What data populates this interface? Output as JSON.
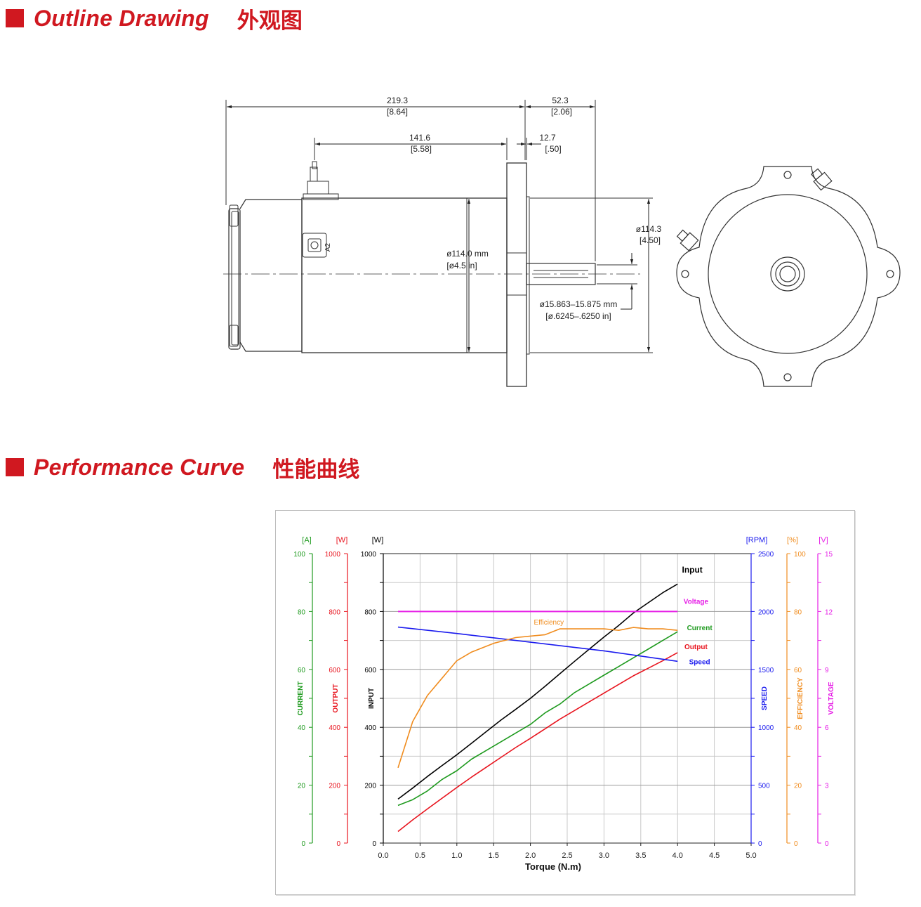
{
  "sections": {
    "outline": {
      "en": "Outline Drawing",
      "zh": "外观图"
    },
    "performance": {
      "en": "Performance Curve",
      "zh": "性能曲线"
    }
  },
  "colors": {
    "accent": "#d01820",
    "current": "#1e9a1e",
    "output": "#e8141e",
    "input": "#000000",
    "speed": "#1a1aee",
    "efficiency": "#f08c1e",
    "voltage": "#e61ee6"
  },
  "drawing": {
    "dims": {
      "overall_mm": "219.3",
      "overall_in": "[8.64]",
      "body_mm": "141.6",
      "body_in": "[5.58]",
      "shaft_mm": "52.3",
      "shaft_in": "[2.06]",
      "flange_mm": "12.7",
      "flange_in": "[.50]",
      "dia_body_mm": "ø114.0  mm",
      "dia_body_in": "[ø4.5  in]",
      "dia_flange_mm": "ø114.3",
      "dia_flange_in": "[4.50]",
      "shaft_dia_mm": "ø15.863–15.875  mm",
      "shaft_dia_in": "[ø.6245–.6250  in]",
      "terminal": "A2"
    }
  },
  "chart_data": {
    "type": "line",
    "xlabel": "Torque (N.m)",
    "xlim": [
      0,
      5
    ],
    "xticks": [
      "0.0",
      "0.5",
      "1.0",
      "1.5",
      "2.0",
      "2.5",
      "3.0",
      "3.5",
      "4.0",
      "4.5",
      "5.0"
    ],
    "grid": true,
    "axes": [
      {
        "name": "CURRENT",
        "unit": "[A]",
        "side": "left",
        "lim": [
          0,
          100
        ],
        "ticks": [
          "0",
          "20",
          "40",
          "60",
          "80",
          "100"
        ]
      },
      {
        "name": "OUTPUT",
        "unit": "[W]",
        "side": "left",
        "lim": [
          0,
          1000
        ],
        "ticks": [
          "0",
          "200",
          "400",
          "600",
          "800",
          "1000"
        ]
      },
      {
        "name": "INPUT",
        "unit": "[W]",
        "side": "left",
        "lim": [
          0,
          1000
        ],
        "ticks": [
          "0",
          "200",
          "400",
          "600",
          "800",
          "1000"
        ]
      },
      {
        "name": "SPEED",
        "unit": "[RPM]",
        "side": "right",
        "lim": [
          0,
          2500
        ],
        "ticks": [
          "0",
          "500",
          "1000",
          "1500",
          "2000",
          "2500"
        ]
      },
      {
        "name": "EFFICIENCY",
        "unit": "[%]",
        "side": "right",
        "lim": [
          0,
          100
        ],
        "ticks": [
          "0",
          "20",
          "40",
          "60",
          "80",
          "100"
        ]
      },
      {
        "name": "VOLTAGE",
        "unit": "[V]",
        "side": "right",
        "lim": [
          0,
          15
        ],
        "ticks": [
          "0",
          "3",
          "6",
          "9",
          "12",
          "15"
        ]
      }
    ],
    "series": [
      {
        "name": "Input",
        "axis": "INPUT",
        "x": [
          0.2,
          0.4,
          0.6,
          0.8,
          1.0,
          1.2,
          1.4,
          1.6,
          1.8,
          2.0,
          2.2,
          2.4,
          2.6,
          2.8,
          3.0,
          3.2,
          3.4,
          3.6,
          3.8,
          4.0
        ],
        "y": [
          152,
          190,
          230,
          268,
          305,
          345,
          385,
          425,
          462,
          500,
          542,
          585,
          628,
          670,
          712,
          752,
          795,
          830,
          865,
          895
        ]
      },
      {
        "name": "Voltage",
        "axis": "VOLTAGE",
        "x": [
          0.2,
          4.0
        ],
        "y": [
          12,
          12
        ]
      },
      {
        "name": "Current",
        "axis": "CURRENT",
        "x": [
          0.2,
          0.4,
          0.6,
          0.8,
          1.0,
          1.2,
          1.4,
          1.6,
          1.8,
          2.0,
          2.2,
          2.4,
          2.6,
          2.8,
          3.0,
          3.2,
          3.4,
          3.6,
          3.8,
          4.0
        ],
        "y": [
          13,
          15,
          18,
          22,
          25,
          29,
          32,
          35,
          38,
          41,
          45,
          48,
          52,
          55,
          58,
          61,
          64,
          67,
          70,
          73
        ]
      },
      {
        "name": "Output",
        "axis": "OUTPUT",
        "x": [
          0.2,
          0.4,
          0.6,
          0.8,
          1.0,
          1.2,
          1.4,
          1.6,
          1.8,
          2.0,
          2.2,
          2.4,
          2.6,
          2.8,
          3.0,
          3.2,
          3.4,
          3.6,
          3.8,
          4.0
        ],
        "y": [
          40,
          80,
          118,
          155,
          192,
          228,
          262,
          296,
          330,
          362,
          395,
          428,
          458,
          488,
          518,
          548,
          578,
          604,
          630,
          658
        ]
      },
      {
        "name": "Speed",
        "axis": "SPEED",
        "x": [
          0.2,
          1.0,
          2.0,
          3.0,
          4.0
        ],
        "y": [
          1865,
          1810,
          1735,
          1660,
          1570
        ]
      },
      {
        "name": "Efficiency",
        "axis": "EFFICIENCY",
        "x": [
          0.2,
          0.4,
          0.6,
          0.8,
          1.0,
          1.2,
          1.5,
          1.8,
          2.0,
          2.2,
          2.4,
          2.6,
          2.8,
          3.0,
          3.2,
          3.4,
          3.6,
          3.8,
          4.0
        ],
        "y": [
          26,
          42,
          51,
          57,
          63,
          66,
          69,
          71,
          71.5,
          72,
          74,
          74,
          74,
          74,
          73.5,
          74.5,
          74,
          74,
          73.5
        ]
      }
    ],
    "labels": [
      {
        "series": "Input",
        "text": "Input",
        "x": 4.2,
        "value": 935,
        "axis": "INPUT"
      },
      {
        "series": "Voltage",
        "text": "Voltage",
        "x": 4.25,
        "value": 12.4,
        "axis": "VOLTAGE"
      },
      {
        "series": "Efficiency",
        "text": "Efficiency",
        "x": 2.25,
        "value": 75.5,
        "axis": "EFFICIENCY"
      },
      {
        "series": "Current",
        "text": "Current",
        "x": 4.3,
        "value": 73.5,
        "axis": "CURRENT"
      },
      {
        "series": "Output",
        "text": "Output",
        "x": 4.25,
        "value": 670,
        "axis": "OUTPUT"
      },
      {
        "series": "Speed",
        "text": "Speed",
        "x": 4.3,
        "value": 1545,
        "axis": "SPEED"
      }
    ]
  }
}
